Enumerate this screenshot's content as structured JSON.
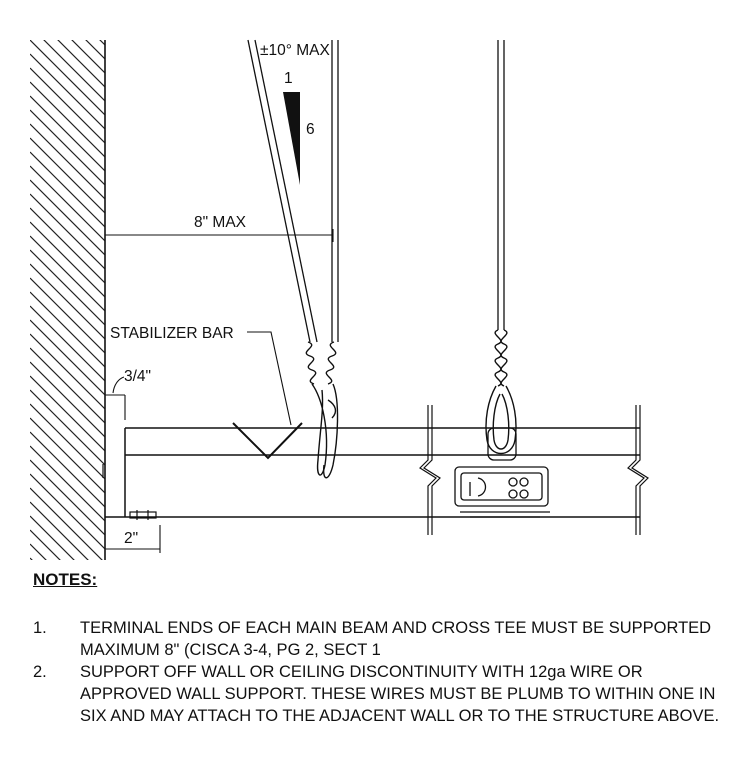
{
  "drawing": {
    "angle_label": "±10° MAX",
    "slope_rise": "1",
    "slope_run": "6",
    "max_distance_label": "8\" MAX",
    "stabilizer_label": "STABILIZER BAR",
    "edge_gap_label": "3/4\"",
    "end_distance_label": "2\""
  },
  "notes": {
    "heading": "NOTES:",
    "items": [
      {
        "number": "1.",
        "lines": [
          "TERMINAL ENDS OF EACH MAIN BEAM AND CROSS TEE MUST BE SUPPORTED",
          "MAXIMUM 8\" (CISCA 3-4, PG 2, SECT 1"
        ]
      },
      {
        "number": "2.",
        "lines": [
          "SUPPORT OFF WALL OR CEILING DISCONTINUITY WITH 12ga WIRE OR",
          "APPROVED WALL SUPPORT. THESE WIRES MUST BE PLUMB TO WITHIN ONE IN",
          "SIX AND MAY ATTACH TO THE ADJACENT WALL OR TO THE STRUCTURE ABOVE."
        ]
      }
    ]
  }
}
